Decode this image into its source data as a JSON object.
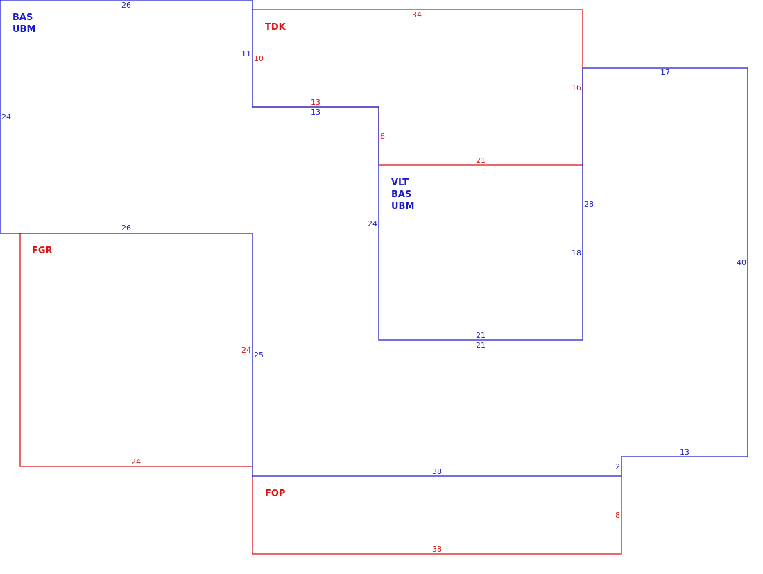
{
  "colors": {
    "structure": "#1a1acc",
    "addition": "#dd1111",
    "background": "#ffffff"
  },
  "areas": {
    "bas_ubm": {
      "codes": [
        "BAS",
        "UBM"
      ],
      "dims": {
        "top": "26",
        "left": "24",
        "bottom": "26",
        "right": "11"
      }
    },
    "tdk": {
      "codes": [
        "TDK"
      ],
      "dims": {
        "top": "34",
        "left": "10",
        "step_top": "13",
        "step_side": "6",
        "right": "16",
        "bottom": "21"
      }
    },
    "main": {
      "dims": {
        "step_bottom": "13",
        "top": "17",
        "right": "40",
        "left_inner": "28",
        "notch_top": "13",
        "notch_side": "2",
        "bottom": "38",
        "left": "25",
        "vlt_outer_bottom": "21"
      }
    },
    "vlt_bas_ubm": {
      "codes": [
        "VLT",
        "BAS",
        "UBM"
      ],
      "dims": {
        "left": "24",
        "right": "18",
        "bottom": "21"
      }
    },
    "fgr": {
      "codes": [
        "FGR"
      ],
      "dims": {
        "right": "24",
        "bottom": "24"
      }
    },
    "fop": {
      "codes": [
        "FOP"
      ],
      "dims": {
        "right": "8",
        "bottom": "38"
      }
    }
  }
}
